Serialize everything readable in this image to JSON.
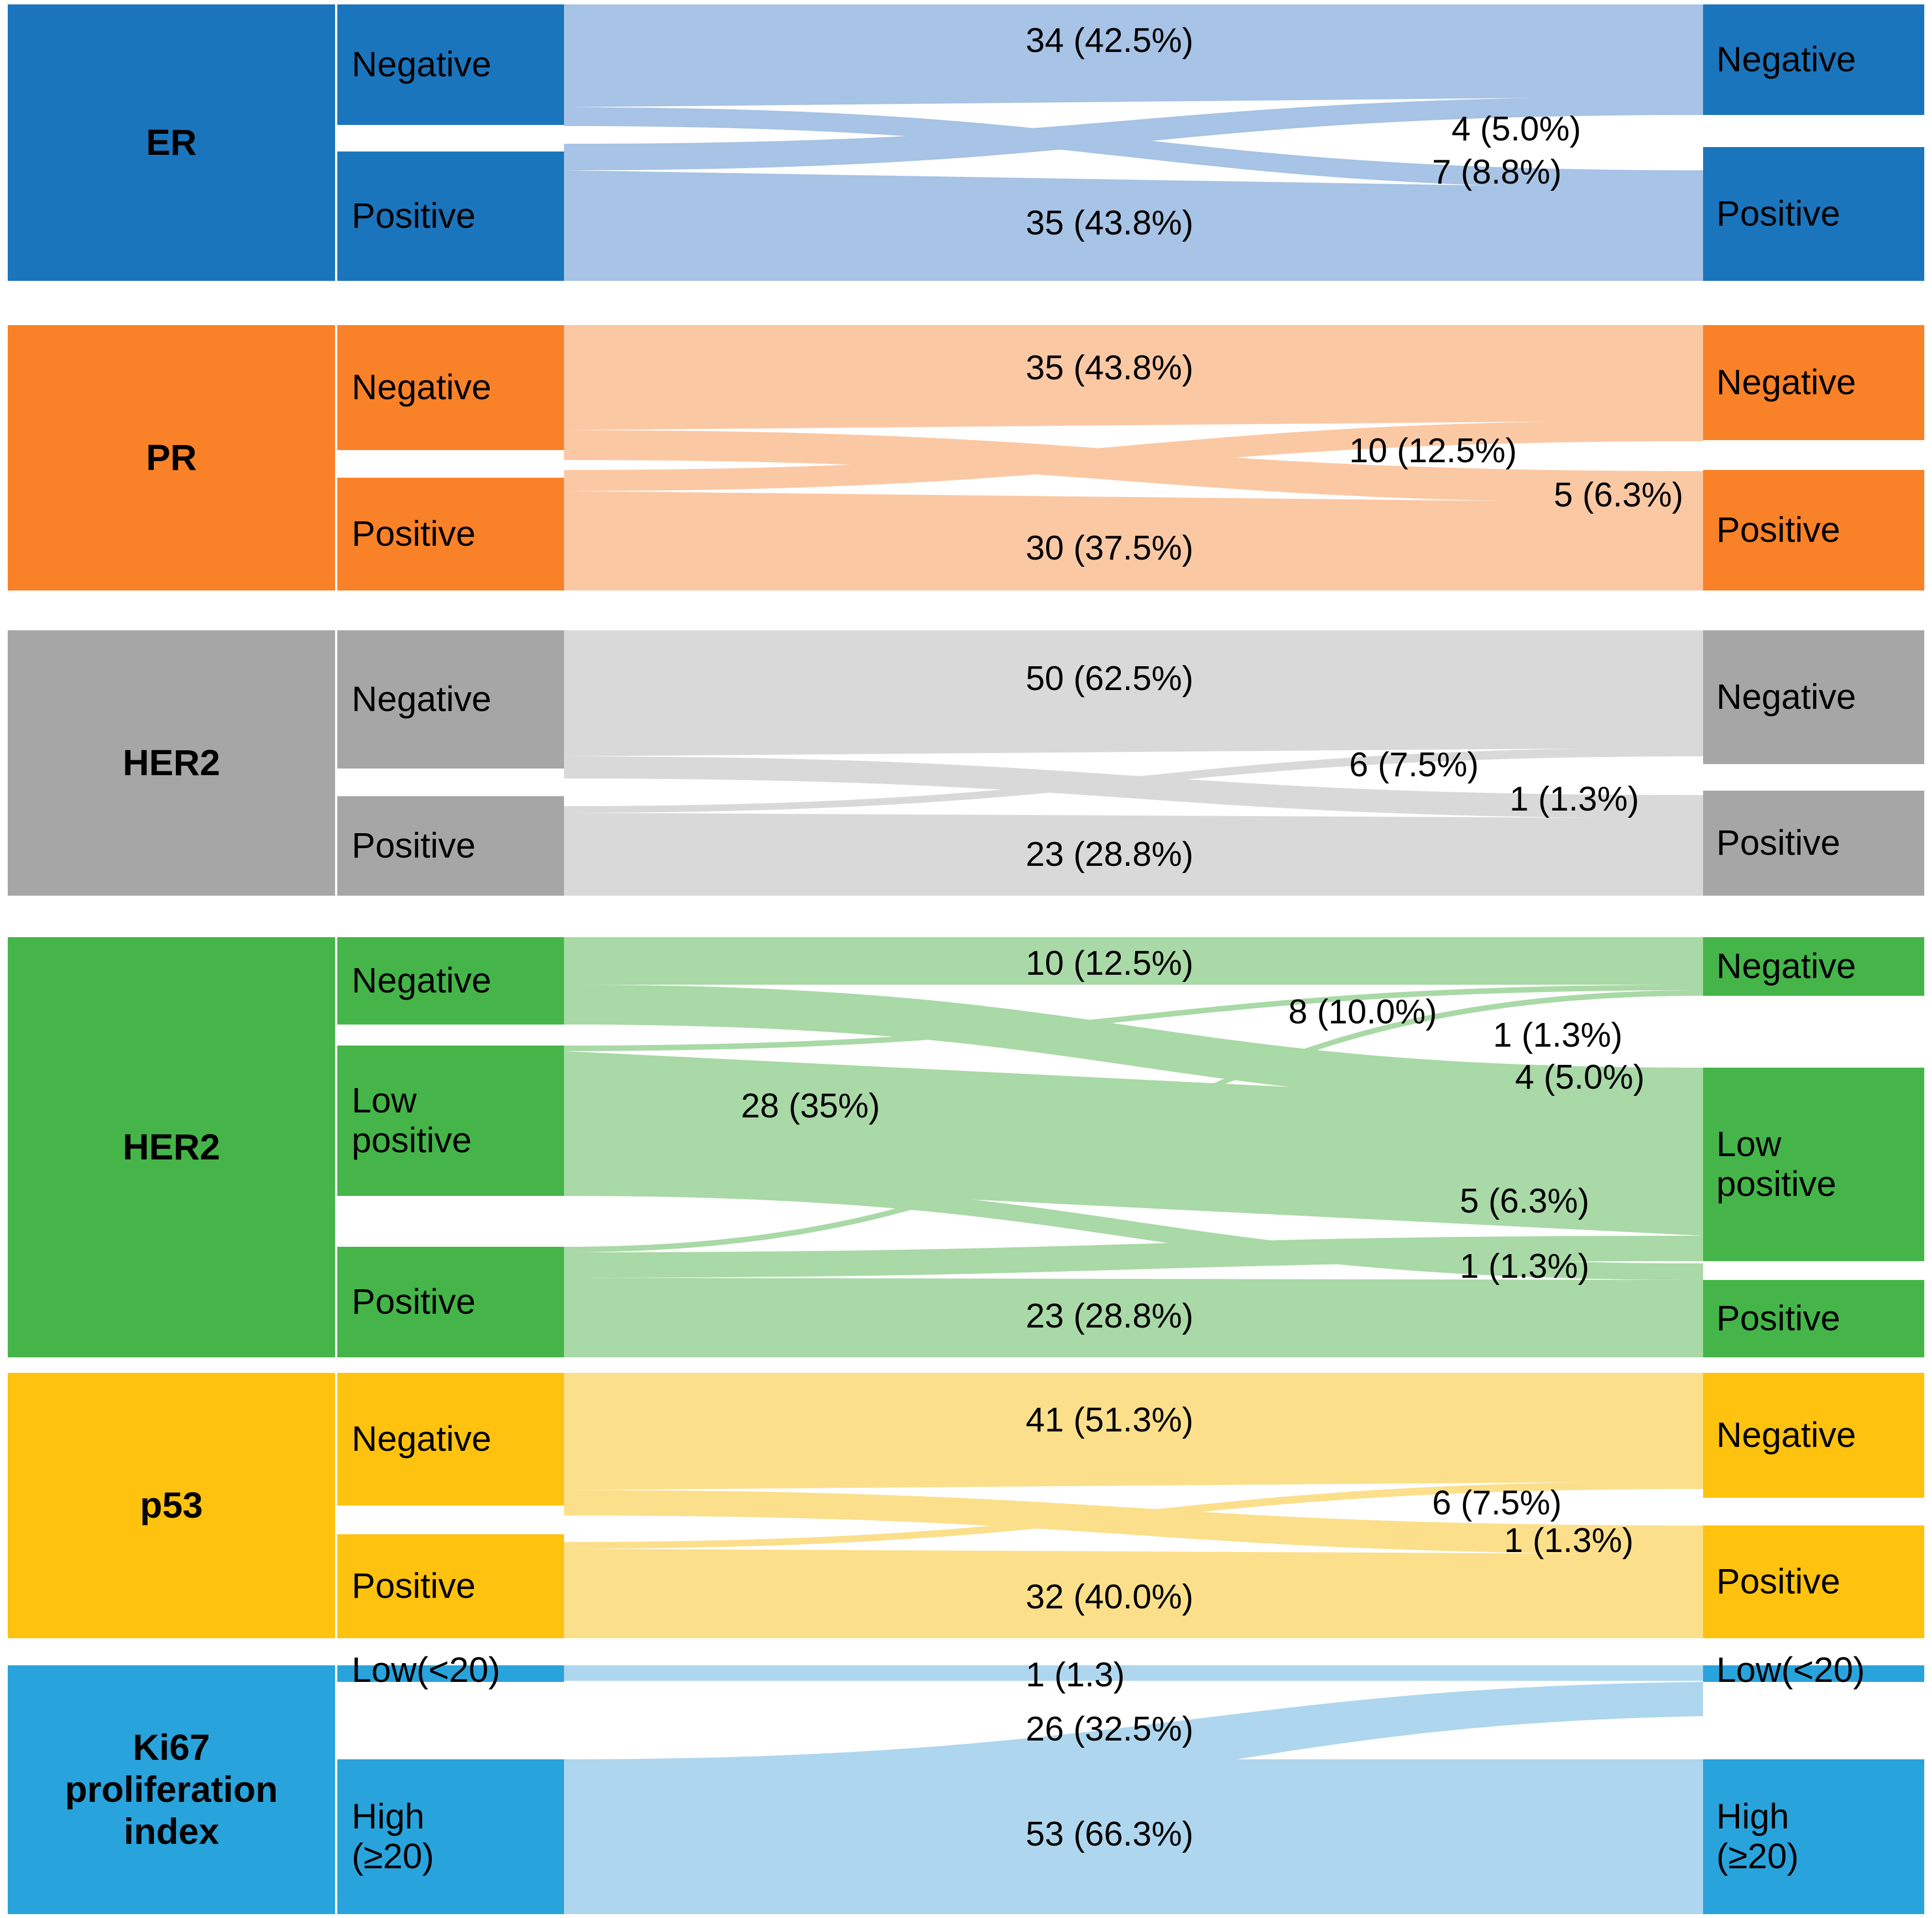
{
  "figure": {
    "type": "sankey",
    "description": "Biomarker concordance alluvial diagram between core needle biopsy and surgical specimen",
    "total_cases": 80
  },
  "colors": {
    "er": "#1b75bc",
    "er_flow": "#a7c3e5",
    "pr": "#f98128",
    "pr_flow": "#fbc8a4",
    "her2_gray": "#a6a6a6",
    "her2_gray_flow": "#d9d9d9",
    "her2_green": "#45b549",
    "her2_green_flow": "#a9d9a6",
    "p53": "#ffc20e",
    "p53_flow": "#fbdf8a",
    "ki67": "#29a3dc",
    "ki67_flow": "#aed6ee",
    "text": "#000000",
    "background": "#ffffff"
  },
  "rows": [
    {
      "id": "er",
      "biomarker": "ER",
      "left_nodes": [
        "Negative",
        "Positive"
      ],
      "right_nodes": [
        "Negative",
        "Positive"
      ],
      "flow_labels": [
        "34 (42.5%)",
        "4 (5.0%)",
        "7 (8.8%)",
        "35 (43.8%)"
      ],
      "flows": [
        {
          "from": "Negative",
          "to": "Negative",
          "count": 34,
          "percent": 42.5,
          "label": "34 (42.5%)"
        },
        {
          "from": "Negative",
          "to": "Positive",
          "count": 4,
          "percent": 5.0,
          "label": "4 (5.0%)"
        },
        {
          "from": "Positive",
          "to": "Negative",
          "count": 7,
          "percent": 8.8,
          "label": "7 (8.8%)"
        },
        {
          "from": "Positive",
          "to": "Positive",
          "count": 35,
          "percent": 43.8,
          "label": "35 (43.8%)"
        }
      ]
    },
    {
      "id": "pr",
      "biomarker": "PR",
      "left_nodes": [
        "Negative",
        "Positive"
      ],
      "right_nodes": [
        "Negative",
        "Positive"
      ],
      "flow_labels": [
        "35 (43.8%)",
        "10 (12.5%)",
        "5 (6.3%)",
        "30 (37.5%)"
      ],
      "flows": [
        {
          "from": "Negative",
          "to": "Negative",
          "count": 35,
          "percent": 43.8,
          "label": "35 (43.8%)"
        },
        {
          "from": "Negative",
          "to": "Positive",
          "count": 10,
          "percent": 12.5,
          "label": "10 (12.5%)"
        },
        {
          "from": "Positive",
          "to": "Negative",
          "count": 5,
          "percent": 6.3,
          "label": "5 (6.3%)"
        },
        {
          "from": "Positive",
          "to": "Positive",
          "count": 30,
          "percent": 37.5,
          "label": "30 (37.5%)"
        }
      ]
    },
    {
      "id": "her2-binary",
      "biomarker": "HER2",
      "left_nodes": [
        "Negative",
        "Positive"
      ],
      "right_nodes": [
        "Negative",
        "Positive"
      ],
      "flow_labels": [
        "50 (62.5%)",
        "6 (7.5%)",
        "1 (1.3%)",
        "23 (28.8%)"
      ],
      "flows": [
        {
          "from": "Negative",
          "to": "Negative",
          "count": 50,
          "percent": 62.5,
          "label": "50 (62.5%)"
        },
        {
          "from": "Negative",
          "to": "Positive",
          "count": 6,
          "percent": 7.5,
          "label": "6 (7.5%)"
        },
        {
          "from": "Positive",
          "to": "Negative",
          "count": 1,
          "percent": 1.3,
          "label": "1 (1.3%)"
        },
        {
          "from": "Positive",
          "to": "Positive",
          "count": 23,
          "percent": 28.8,
          "label": "23 (28.8%)"
        }
      ]
    },
    {
      "id": "her2-three",
      "biomarker": "HER2",
      "left_nodes": [
        "Negative",
        "Low positive",
        "Positive"
      ],
      "right_nodes": [
        "Negative",
        "Low positive",
        "Positive"
      ],
      "flow_labels": [
        "10 (12.5%)",
        "8 (10.0%)",
        "1 (1.3%)",
        "4 (5.0%)",
        "28 (35%)",
        "5 (6.3%)",
        "1 (1.3%)",
        "23 (28.8%)"
      ],
      "flows": [
        {
          "from": "Negative",
          "to": "Negative",
          "count": 10,
          "percent": 12.5,
          "label": "10 (12.5%)"
        },
        {
          "from": "Negative",
          "to": "Low positive",
          "count": 8,
          "percent": 10.0,
          "label": "8 (10.0%)"
        },
        {
          "from": "Low positive",
          "to": "Negative",
          "count": 1,
          "percent": 1.3,
          "label": "1 (1.3%)"
        },
        {
          "from": "Low positive",
          "to": "Low positive",
          "count": 28,
          "percent": 35.0,
          "label": "28 (35%)"
        },
        {
          "from": "Low positive",
          "to": "Positive",
          "count": 4,
          "percent": 5.0,
          "label": "4 (5.0%)"
        },
        {
          "from": "Positive",
          "to": "Low positive",
          "count": 5,
          "percent": 6.3,
          "label": "5 (6.3%)"
        },
        {
          "from": "Positive",
          "to": "Negative",
          "count": 1,
          "percent": 1.3,
          "label": "1 (1.3%)"
        },
        {
          "from": "Positive",
          "to": "Positive",
          "count": 23,
          "percent": 28.8,
          "label": "23 (28.8%)"
        }
      ]
    },
    {
      "id": "p53",
      "biomarker": "p53",
      "left_nodes": [
        "Negative",
        "Positive"
      ],
      "right_nodes": [
        "Negative",
        "Positive"
      ],
      "flow_labels": [
        "41 (51.3%)",
        "6 (7.5%)",
        "1 (1.3%)",
        "32 (40.0%)"
      ],
      "flows": [
        {
          "from": "Negative",
          "to": "Negative",
          "count": 41,
          "percent": 51.3,
          "label": "41 (51.3%)"
        },
        {
          "from": "Negative",
          "to": "Positive",
          "count": 6,
          "percent": 7.5,
          "label": "6 (7.5%)"
        },
        {
          "from": "Positive",
          "to": "Negative",
          "count": 1,
          "percent": 1.3,
          "label": "1 (1.3%)"
        },
        {
          "from": "Positive",
          "to": "Positive",
          "count": 32,
          "percent": 40.0,
          "label": "32 (40.0%)"
        }
      ]
    },
    {
      "id": "ki67",
      "biomarker": "Ki67 proliferation index",
      "biomarker_lines": [
        "Ki67",
        "proliferation",
        "index"
      ],
      "left_nodes": [
        "Low(<20)",
        "High (≥20)"
      ],
      "right_nodes": [
        "Low(<20)",
        "High (≥20)"
      ],
      "flow_labels": [
        "1 (1.3)",
        "26 (32.5%)",
        "53 (66.3%)"
      ],
      "flows": [
        {
          "from": "Low(<20)",
          "to": "Low(<20)",
          "count": 1,
          "percent": 1.3,
          "label": "1 (1.3)"
        },
        {
          "from": "High (≥20)",
          "to": "Low(<20)",
          "count": 26,
          "percent": 32.5,
          "label": "26 (32.5%)"
        },
        {
          "from": "High (≥20)",
          "to": "High (≥20)",
          "count": 53,
          "percent": 66.3,
          "label": "53 (66.3%)"
        }
      ]
    }
  ],
  "labels": {
    "negative": "Negative",
    "positive": "Positive",
    "low_positive_line1": "Low",
    "low_positive_line2": "positive",
    "ki67_low": "Low(<20)",
    "ki67_high_line1": "High",
    "ki67_high_line2": "(≥20)"
  }
}
